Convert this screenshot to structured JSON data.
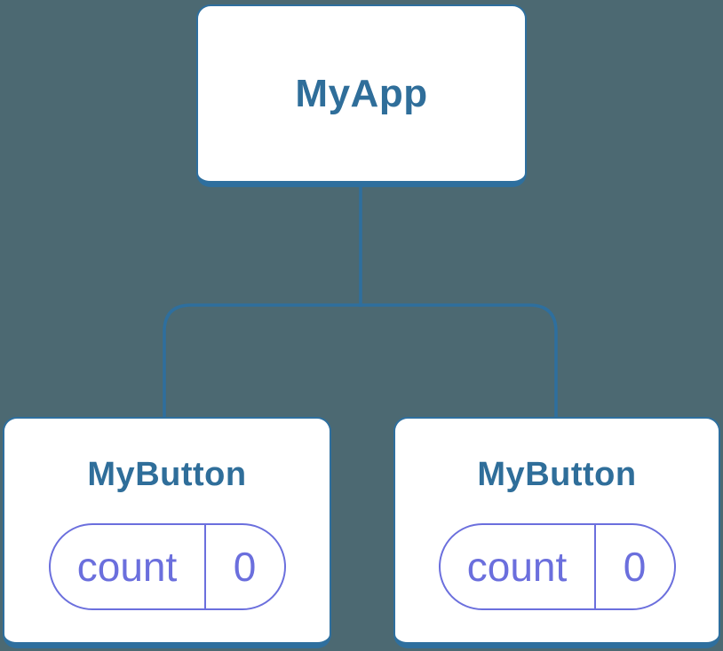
{
  "diagram": {
    "colors": {
      "background": "#4C6972",
      "node_border": "#2E6F9E",
      "node_label": "#2F6E9A",
      "connector": "#2E6F9E",
      "state_pill": "#6B6FDD"
    },
    "root_node": {
      "label": "MyApp"
    },
    "child_nodes": [
      {
        "label": "MyButton",
        "state": {
          "name": "count",
          "value": "0"
        }
      },
      {
        "label": "MyButton",
        "state": {
          "name": "count",
          "value": "0"
        }
      }
    ]
  }
}
